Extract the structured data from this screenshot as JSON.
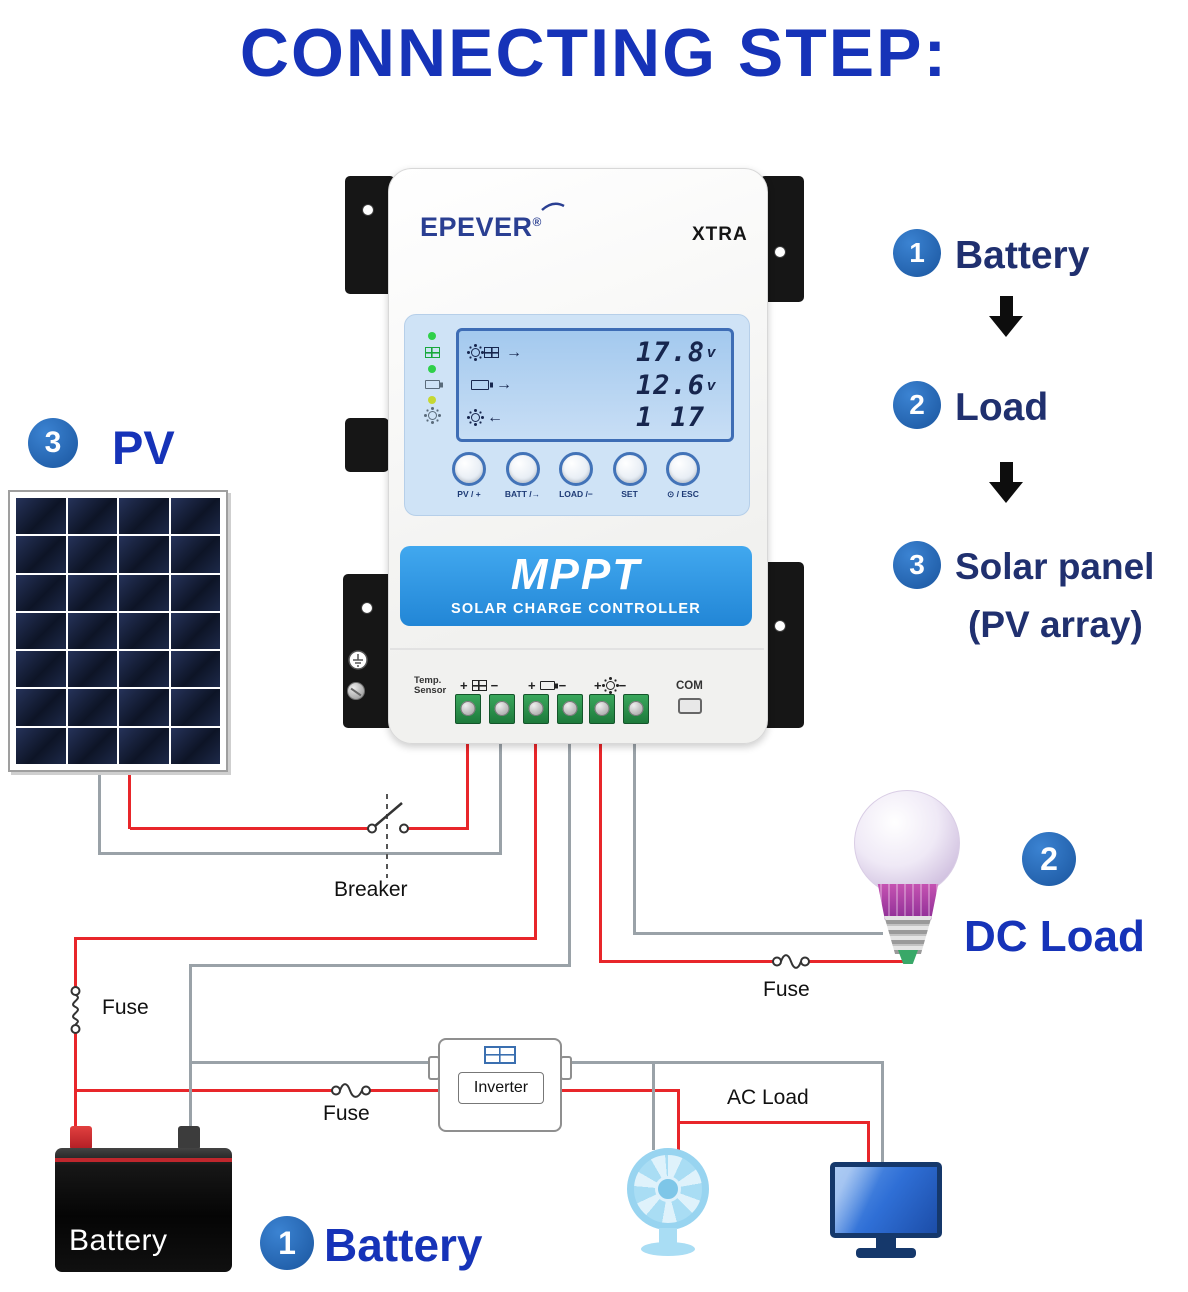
{
  "title": "CONNECTING STEP:",
  "controller": {
    "brand": "EPEVER",
    "reg": "®",
    "model": "XTRA",
    "lcd": {
      "rows": [
        {
          "value": "17.8",
          "unit": "v",
          "arrow": "→"
        },
        {
          "value": "12.6",
          "unit": "v",
          "arrow": "→"
        },
        {
          "value": "1 17",
          "unit": "",
          "arrow": "←"
        }
      ]
    },
    "buttons": [
      "PV / +",
      "BATT /→",
      "LOAD /−",
      "SET",
      "⊙ / ESC"
    ],
    "band": {
      "title": "MPPT",
      "subtitle": "SOLAR CHARGE CONTROLLER"
    },
    "terminals": {
      "temp_line1": "Temp.",
      "temp_line2": "Sensor",
      "groups": [
        {
          "plus": "+",
          "minus": "−"
        },
        {
          "plus": "+",
          "minus": "−"
        },
        {
          "plus": "+",
          "minus": "−"
        }
      ],
      "com": "COM"
    }
  },
  "steps": [
    {
      "num": "1",
      "label": "Battery"
    },
    {
      "num": "2",
      "label": "Load"
    },
    {
      "num": "3",
      "label": "Solar panel",
      "sub": "(PV array)"
    }
  ],
  "badges": {
    "pv": {
      "num": "3",
      "label": "PV"
    },
    "dc_load": {
      "num": "2",
      "label": "DC Load"
    },
    "battery": {
      "num": "1",
      "label": "Battery"
    }
  },
  "wiring": {
    "breaker": "Breaker",
    "fuse_battery": "Fuse",
    "fuse_inverter": "Fuse",
    "fuse_load": "Fuse",
    "inverter": "Inverter",
    "ac_load": "AC Load"
  },
  "devices": {
    "battery_label": "Battery"
  },
  "colors": {
    "title_blue": "#1633b8",
    "badge_blue": "#1a559e",
    "band_blue": "#2e9ce6",
    "wire_red": "#e8262a",
    "wire_gray": "#9aa2a8",
    "terminal_green": "#2a8f4c"
  }
}
